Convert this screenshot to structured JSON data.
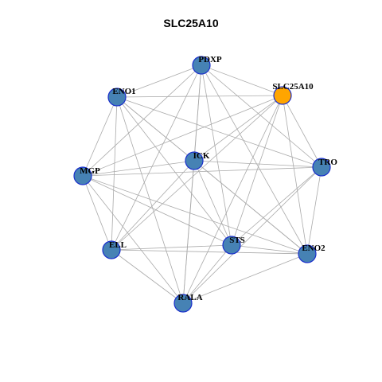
{
  "title": "SLC25A10",
  "colors": {
    "gene_node": "#4682B4",
    "highlight_node": "#FFA500",
    "node_border": "#1a2fcc",
    "edge": "#aaaaaa"
  },
  "network": {
    "highlight": "SLC25A10",
    "nodes": [
      {
        "id": "PDXP",
        "label": "PDXP"
      },
      {
        "id": "SLC25A10",
        "label": "SLC25A10"
      },
      {
        "id": "ENO1",
        "label": "ENO1"
      },
      {
        "id": "ICK",
        "label": "ICK"
      },
      {
        "id": "TRO",
        "label": "TRO"
      },
      {
        "id": "MGP",
        "label": "MGP"
      },
      {
        "id": "ELL",
        "label": "ELL"
      },
      {
        "id": "STS",
        "label": "STS"
      },
      {
        "id": "ENO2",
        "label": "ENO2"
      },
      {
        "id": "RALA",
        "label": "RALA"
      }
    ],
    "edges": [
      [
        "PDXP",
        "SLC25A10"
      ],
      [
        "PDXP",
        "ENO1"
      ],
      [
        "PDXP",
        "ICK"
      ],
      [
        "PDXP",
        "TRO"
      ],
      [
        "PDXP",
        "MGP"
      ],
      [
        "PDXP",
        "ELL"
      ],
      [
        "PDXP",
        "STS"
      ],
      [
        "PDXP",
        "ENO2"
      ],
      [
        "PDXP",
        "RALA"
      ],
      [
        "SLC25A10",
        "ENO1"
      ],
      [
        "SLC25A10",
        "ICK"
      ],
      [
        "SLC25A10",
        "TRO"
      ],
      [
        "SLC25A10",
        "MGP"
      ],
      [
        "SLC25A10",
        "ELL"
      ],
      [
        "SLC25A10",
        "STS"
      ],
      [
        "SLC25A10",
        "ENO2"
      ],
      [
        "SLC25A10",
        "RALA"
      ],
      [
        "ENO1",
        "ICK"
      ],
      [
        "ENO1",
        "TRO"
      ],
      [
        "ENO1",
        "MGP"
      ],
      [
        "ENO1",
        "ELL"
      ],
      [
        "ENO1",
        "STS"
      ],
      [
        "ENO1",
        "ENO2"
      ],
      [
        "ENO1",
        "RALA"
      ],
      [
        "ICK",
        "TRO"
      ],
      [
        "ICK",
        "MGP"
      ],
      [
        "ICK",
        "ELL"
      ],
      [
        "ICK",
        "STS"
      ],
      [
        "ICK",
        "ENO2"
      ],
      [
        "ICK",
        "RALA"
      ],
      [
        "TRO",
        "MGP"
      ],
      [
        "TRO",
        "STS"
      ],
      [
        "TRO",
        "ENO2"
      ],
      [
        "TRO",
        "RALA"
      ],
      [
        "MGP",
        "ELL"
      ],
      [
        "MGP",
        "STS"
      ],
      [
        "MGP",
        "ENO2"
      ],
      [
        "MGP",
        "RALA"
      ],
      [
        "ELL",
        "STS"
      ],
      [
        "ELL",
        "ENO2"
      ],
      [
        "ELL",
        "RALA"
      ],
      [
        "STS",
        "ENO2"
      ],
      [
        "STS",
        "RALA"
      ],
      [
        "ENO2",
        "RALA"
      ]
    ]
  }
}
